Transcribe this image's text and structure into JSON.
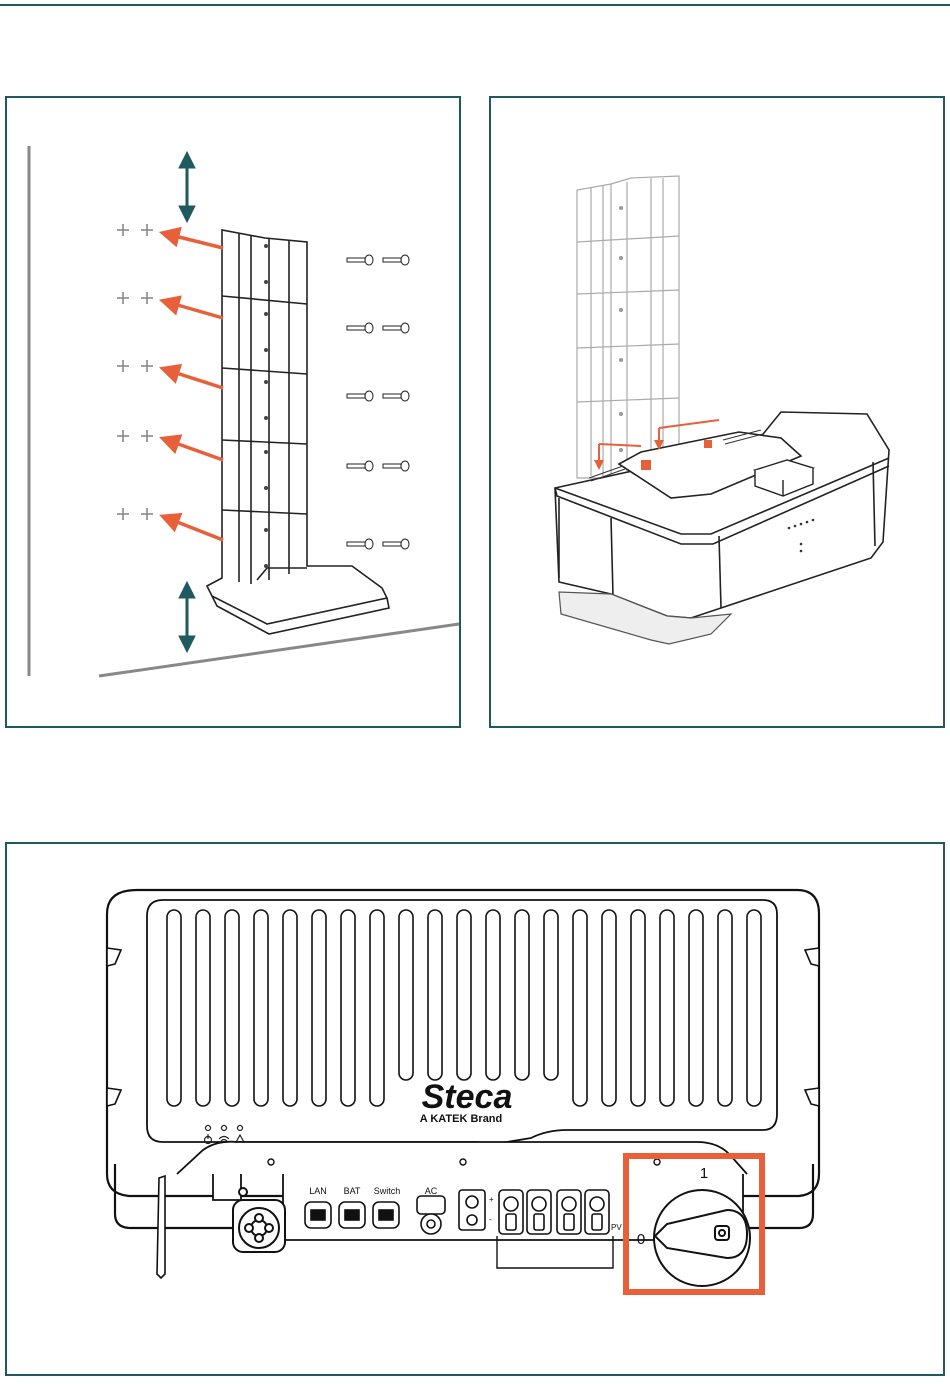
{
  "colors": {
    "frame": "#1e5a5e",
    "arrow": "#e8603a",
    "dim_arrow": "#1e5a5e",
    "highlight": "#e8603a"
  },
  "inverter": {
    "brand": "Steca",
    "tagline": "A KATEK Brand",
    "ports": {
      "lan": "LAN",
      "bat": "BAT",
      "switch": "Switch",
      "ac": "AC",
      "pv": "PV",
      "bat_plus": "+",
      "bat_minus": "-"
    },
    "dc_switch": {
      "on": "1",
      "off": "0"
    },
    "status_icons": [
      "power-icon",
      "wifi-icon",
      "warning-icon"
    ]
  }
}
